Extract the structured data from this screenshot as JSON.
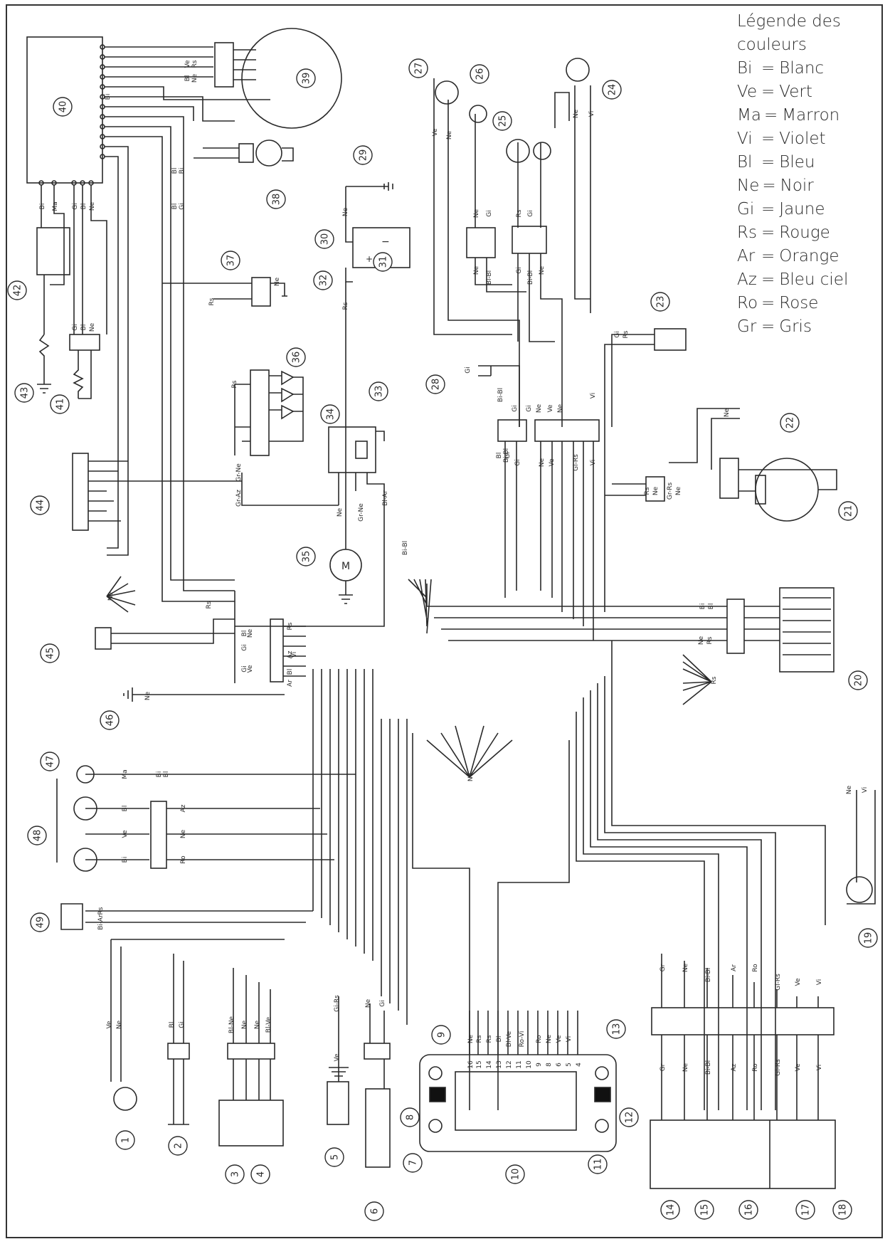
{
  "legend": {
    "title_line1": "Légende des",
    "title_line2": "couleurs",
    "entries": [
      {
        "code": "Bi",
        "name": "Blanc"
      },
      {
        "code": "Ve",
        "name": "Vert"
      },
      {
        "code": "Ma",
        "name": "Marron"
      },
      {
        "code": "Vi",
        "name": "Violet"
      },
      {
        "code": "Bl",
        "name": "Bleu"
      },
      {
        "code": "Ne",
        "name": "Noir"
      },
      {
        "code": "Gi",
        "name": "Jaune"
      },
      {
        "code": "Rs",
        "name": "Rouge"
      },
      {
        "code": "Ar",
        "name": "Orange"
      },
      {
        "code": "Az",
        "name": "Bleu ciel"
      },
      {
        "code": "Ro",
        "name": "Rose"
      },
      {
        "code": "Gr",
        "name": "Gris"
      }
    ]
  },
  "components": [
    "1",
    "2",
    "3",
    "4",
    "5",
    "6",
    "7",
    "8",
    "9",
    "10",
    "11",
    "12",
    "13",
    "14",
    "15",
    "16",
    "17",
    "18",
    "19",
    "20",
    "21",
    "22",
    "23",
    "24",
    "25",
    "26",
    "27",
    "28",
    "29",
    "30",
    "31",
    "32",
    "33",
    "34",
    "35",
    "36",
    "37",
    "38",
    "39",
    "40",
    "41",
    "42",
    "43",
    "44",
    "45",
    "46",
    "47",
    "48",
    "49"
  ],
  "wire_labels": [
    "Bi",
    "Bl",
    "Ve",
    "Ne",
    "Gi",
    "Rs",
    "Ma",
    "Vi",
    "Ar",
    "Ro",
    "Az",
    "Gr",
    "Bi-Bl",
    "Gi-Rs",
    "Gr-Ne",
    "Gr-Az",
    "Bl-Ar",
    "Bl-Ve",
    "Ro-Vi",
    "Bi-Ar",
    "Gr-Rs",
    "Bl-Ne"
  ],
  "connector_pins": [
    "16",
    "15",
    "14",
    "13",
    "12",
    "11",
    "10",
    "9",
    "8",
    "6",
    "5",
    "4"
  ],
  "battery": {
    "minus": "−",
    "plus": "+"
  },
  "motor_label": "M"
}
